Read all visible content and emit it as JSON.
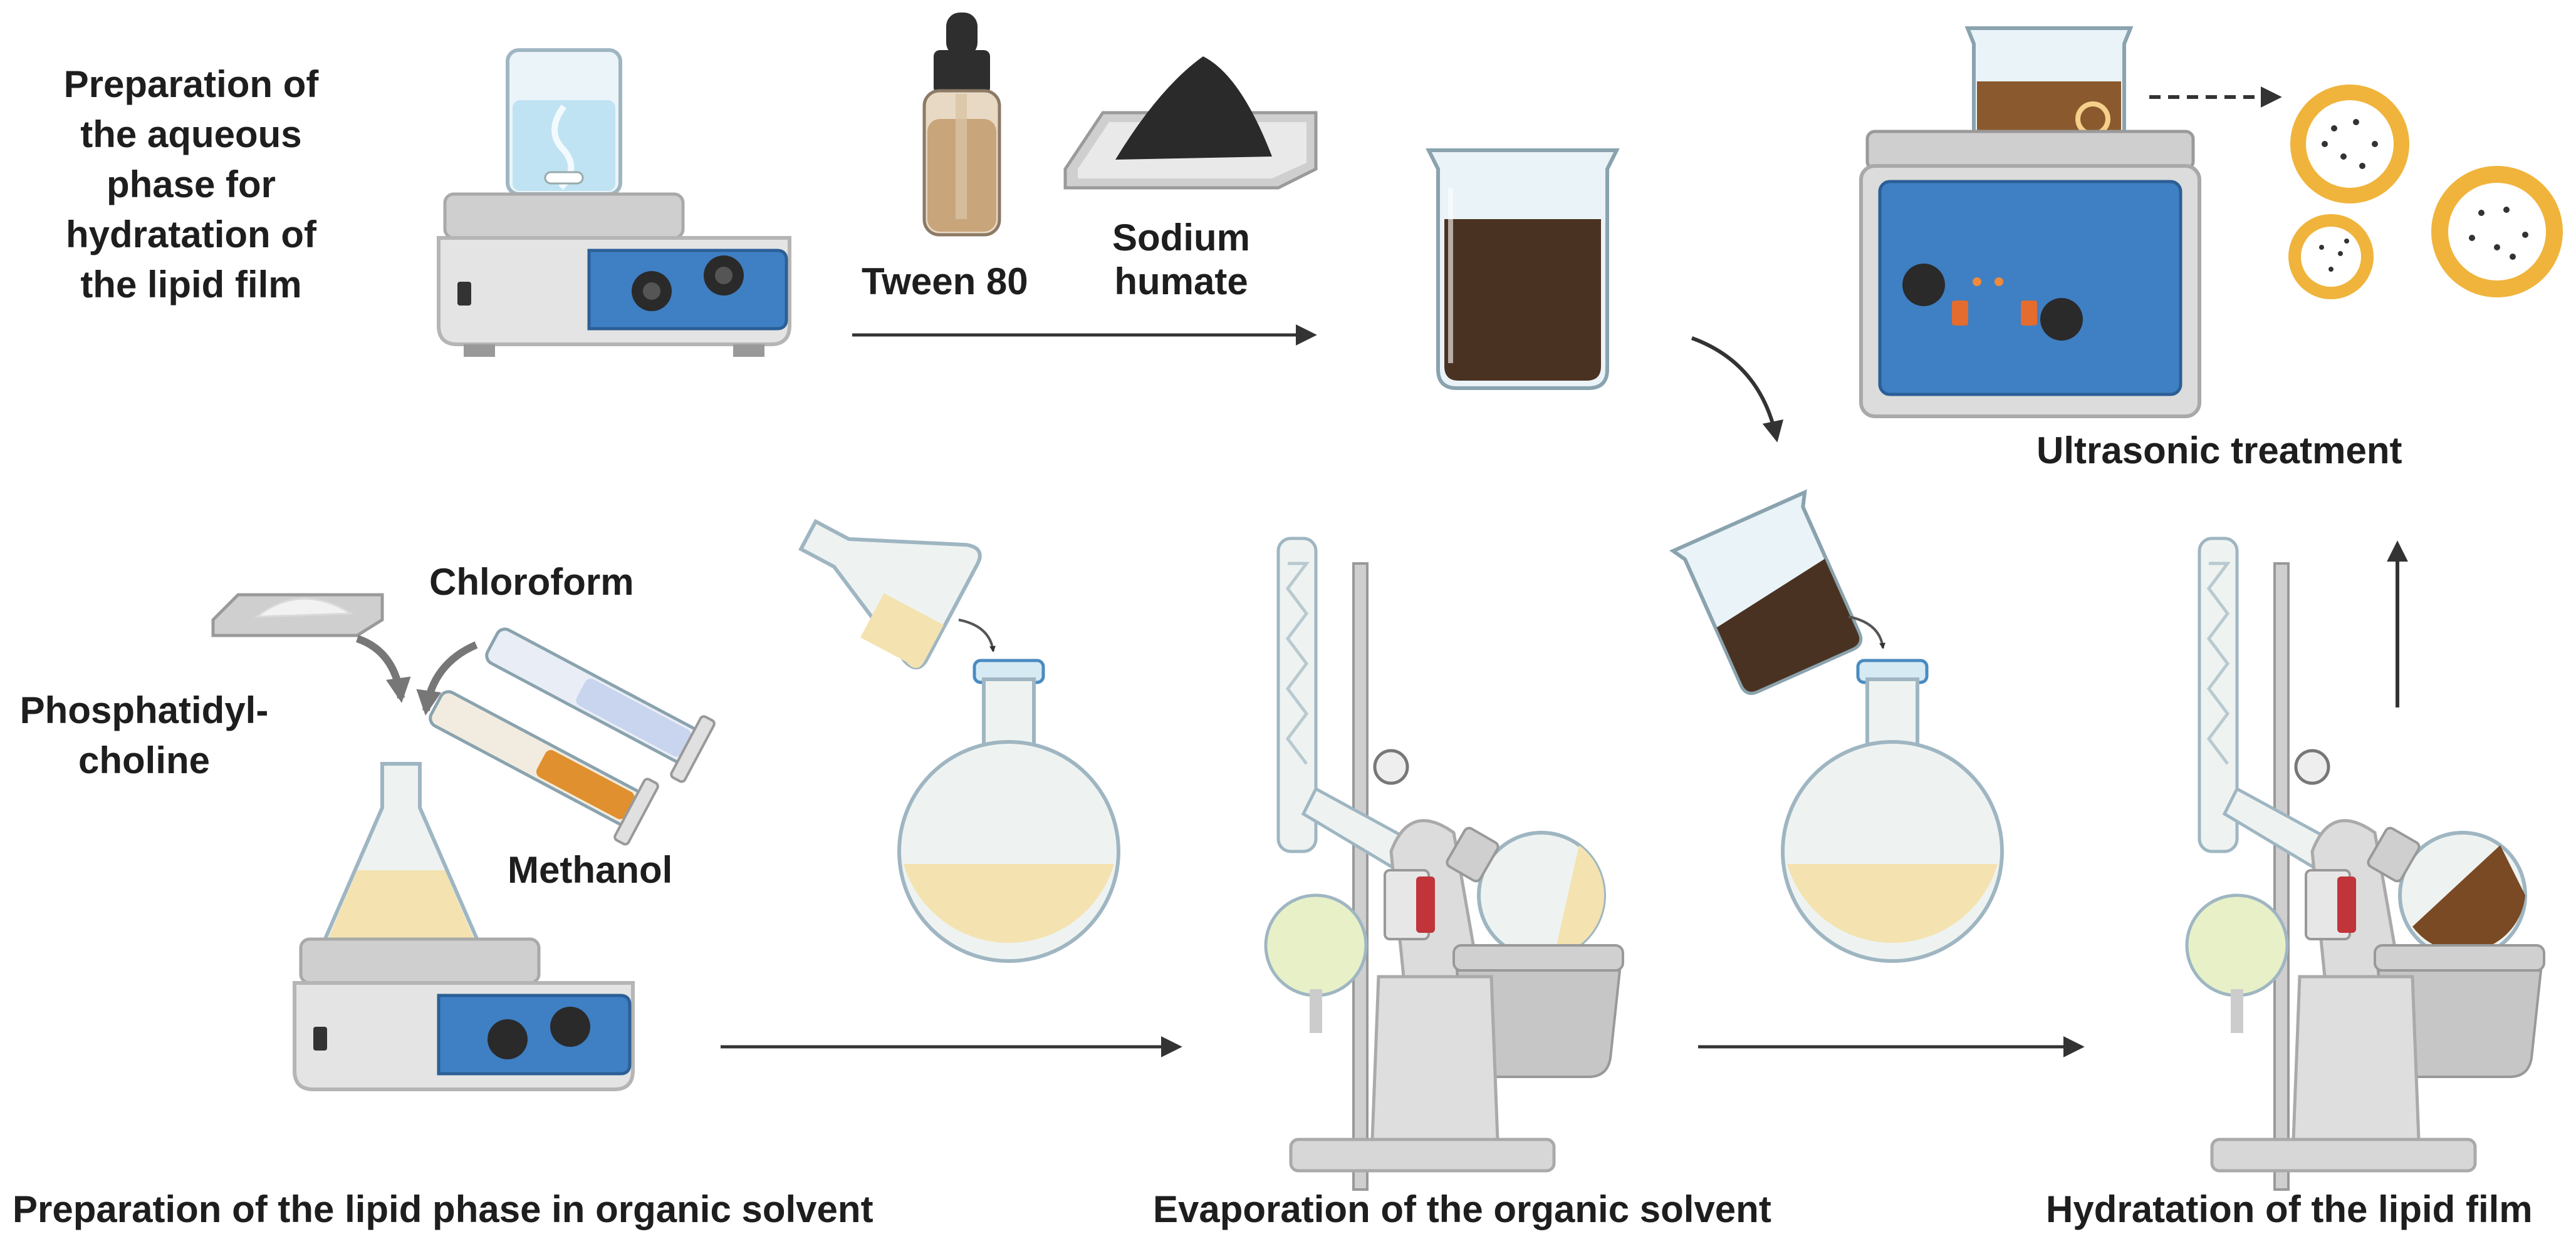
{
  "labels": {
    "aqueous_line1": "Preparation of",
    "aqueous_line2": "the aqueous",
    "aqueous_line3": "phase for",
    "aqueous_line4": "hydratation of",
    "aqueous_line5": "the lipid film",
    "tween": "Tween 80",
    "sodium_line1": "Sodium",
    "sodium_line2": "humate",
    "ultrasonic": "Ultrasonic treatment",
    "chloroform": "Chloroform",
    "phosphatidyl_line1": "Phosphatidyl-",
    "phosphatidyl_line2": "choline",
    "methanol": "Methanol",
    "step_lipid_phase": "Preparation of the lipid phase in organic solvent",
    "step_evaporation": "Evaporation of the organic solvent",
    "step_hydratation": "Hydratation of the lipid film"
  },
  "colors": {
    "text": "#1e1e1e",
    "arrow": "#333333",
    "device_body": "#d9d9d9",
    "device_panel": "#3f7fc3",
    "glass": "#e9f3f8",
    "water": "#bfe3f2",
    "humate": "#4a3222",
    "lipid": "#f4e3b0",
    "tween": "#c8a57a",
    "vesicle": "#f0b43c",
    "white_powder": "#f2f2f2",
    "black_powder": "#2a2a2a"
  },
  "icons": [
    "magnetic-stirrer-icon",
    "dropper-bottle-icon",
    "powder-tray-icon",
    "beaker-icon",
    "ultrasonic-bath-icon",
    "liposome-icon",
    "graduated-cylinder-icon",
    "erlenmeyer-flask-icon",
    "round-bottom-flask-icon",
    "rotary-evaporator-icon"
  ]
}
